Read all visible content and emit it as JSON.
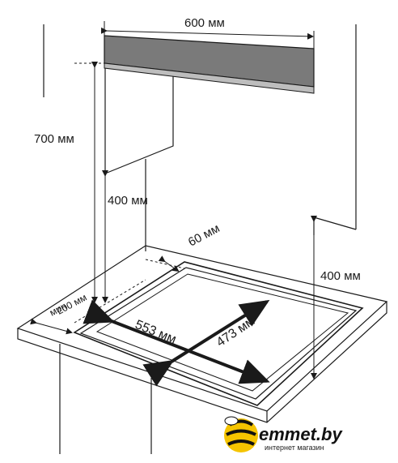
{
  "dimensions": {
    "hood_width": "600 мм",
    "height_to_hood": "700 мм",
    "cabinet_clearance": "400 мм",
    "back_gap": "60 мм",
    "front_gap": "200 мм",
    "front_gap_min": "мин",
    "side_clearance": "400 мм",
    "cutout_width": "553 мм",
    "cutout_depth": "473 мм"
  },
  "logo": {
    "name": "emmet.by",
    "tagline": "интернет магазин"
  },
  "colors": {
    "line": "#1a1a1a",
    "hood_fill": "#7a7a7a",
    "logo_yellow": "#f5c400"
  }
}
